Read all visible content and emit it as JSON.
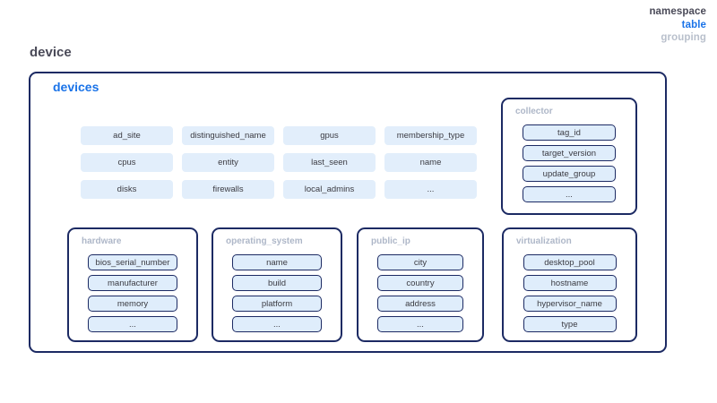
{
  "legend": {
    "namespace_label": "namespace",
    "table_label": "table",
    "grouping_label": "grouping",
    "namespace_color": "#4a4a58",
    "table_color": "#1a73e8",
    "grouping_color": "#b9c0cc"
  },
  "namespace": {
    "name": "device"
  },
  "table": {
    "name": "devices",
    "fields": [
      "ad_site",
      "distinguished_name",
      "gpus",
      "membership_type",
      "cpus",
      "entity",
      "last_seen",
      "name",
      "disks",
      "firewalls",
      "local_admins",
      "..."
    ],
    "groupings": [
      {
        "name": "collector",
        "fields": [
          "tag_id",
          "target_version",
          "update_group",
          "..."
        ]
      },
      {
        "name": "hardware",
        "fields": [
          "bios_serial_number",
          "manufacturer",
          "memory",
          "..."
        ]
      },
      {
        "name": "operating_system",
        "fields": [
          "name",
          "build",
          "platform",
          "..."
        ]
      },
      {
        "name": "public_ip",
        "fields": [
          "city",
          "country",
          "address",
          "..."
        ]
      },
      {
        "name": "virtualization",
        "fields": [
          "desktop_pool",
          "hostname",
          "hypervisor_name",
          "type"
        ]
      }
    ]
  },
  "colors": {
    "border_navy": "#1c2a63",
    "chip_fill": "#e2eefb",
    "chip_text": "#3b3b42",
    "group_label": "#aeb7c8"
  }
}
